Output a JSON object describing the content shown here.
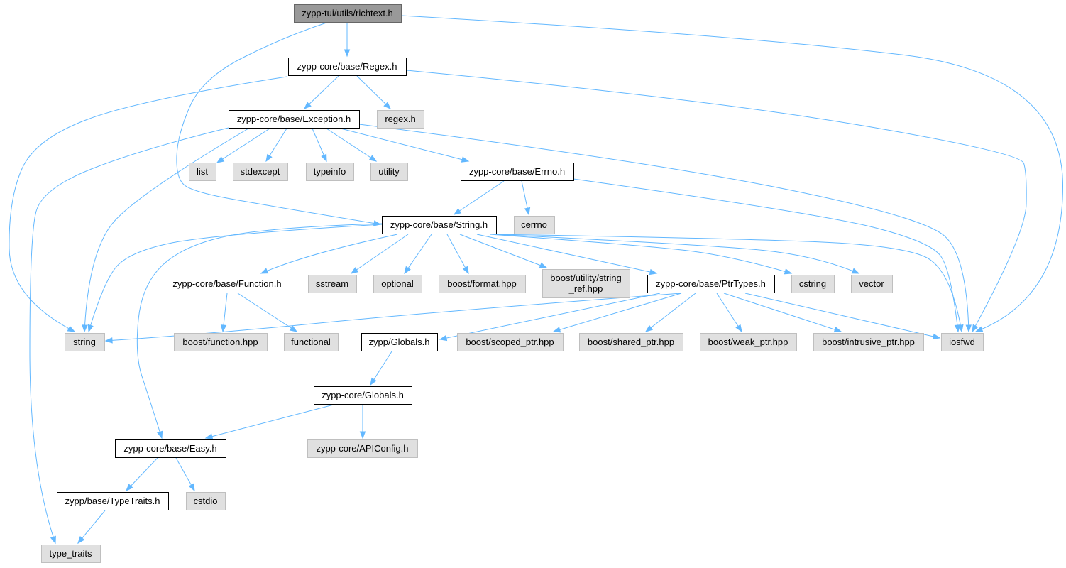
{
  "diagram": {
    "colors": {
      "edge": "#63b8ff",
      "root_fill": "#999999",
      "local_fill": "#ffffff",
      "system_fill": "#e0e0e0",
      "root_border": "#666666",
      "local_border": "#000000",
      "system_border": "#bfbfbf"
    },
    "nodes": [
      {
        "id": "richtext",
        "kind": "root",
        "lines": [
          "zypp-tui/utils/richtext.h"
        ]
      },
      {
        "id": "regex",
        "kind": "local",
        "lines": [
          "zypp-core/base/Regex.h"
        ]
      },
      {
        "id": "exception",
        "kind": "local",
        "lines": [
          "zypp-core/base/Exception.h"
        ]
      },
      {
        "id": "regex_sys",
        "kind": "system",
        "lines": [
          "regex.h"
        ]
      },
      {
        "id": "list",
        "kind": "system",
        "lines": [
          "list"
        ]
      },
      {
        "id": "stdexcept",
        "kind": "system",
        "lines": [
          "stdexcept"
        ]
      },
      {
        "id": "typeinfo",
        "kind": "system",
        "lines": [
          "typeinfo"
        ]
      },
      {
        "id": "utility",
        "kind": "system",
        "lines": [
          "utility"
        ]
      },
      {
        "id": "errno",
        "kind": "local",
        "lines": [
          "zypp-core/base/Errno.h"
        ]
      },
      {
        "id": "string_h",
        "kind": "local",
        "lines": [
          "zypp-core/base/String.h"
        ]
      },
      {
        "id": "cerrno",
        "kind": "system",
        "lines": [
          "cerrno"
        ]
      },
      {
        "id": "function",
        "kind": "local",
        "lines": [
          "zypp-core/base/Function.h"
        ]
      },
      {
        "id": "sstream",
        "kind": "system",
        "lines": [
          "sstream"
        ]
      },
      {
        "id": "optional",
        "kind": "system",
        "lines": [
          "optional"
        ]
      },
      {
        "id": "boost_format",
        "kind": "system",
        "lines": [
          "boost/format.hpp"
        ]
      },
      {
        "id": "boost_string_ref",
        "kind": "system",
        "lines": [
          "boost/utility/string",
          "_ref.hpp"
        ]
      },
      {
        "id": "ptrtypes",
        "kind": "local",
        "lines": [
          "zypp-core/base/PtrTypes.h"
        ]
      },
      {
        "id": "cstring",
        "kind": "system",
        "lines": [
          "cstring"
        ]
      },
      {
        "id": "vector",
        "kind": "system",
        "lines": [
          "vector"
        ]
      },
      {
        "id": "string",
        "kind": "system",
        "lines": [
          "string"
        ]
      },
      {
        "id": "boost_function",
        "kind": "system",
        "lines": [
          "boost/function.hpp"
        ]
      },
      {
        "id": "functional",
        "kind": "system",
        "lines": [
          "functional"
        ]
      },
      {
        "id": "zypp_globals",
        "kind": "local",
        "lines": [
          "zypp/Globals.h"
        ]
      },
      {
        "id": "boost_scoped",
        "kind": "system",
        "lines": [
          "boost/scoped_ptr.hpp"
        ]
      },
      {
        "id": "boost_shared",
        "kind": "system",
        "lines": [
          "boost/shared_ptr.hpp"
        ]
      },
      {
        "id": "boost_weak",
        "kind": "system",
        "lines": [
          "boost/weak_ptr.hpp"
        ]
      },
      {
        "id": "boost_intrusive",
        "kind": "system",
        "lines": [
          "boost/intrusive_ptr.hpp"
        ]
      },
      {
        "id": "iosfwd",
        "kind": "system",
        "lines": [
          "iosfwd"
        ]
      },
      {
        "id": "core_globals",
        "kind": "local",
        "lines": [
          "zypp-core/Globals.h"
        ]
      },
      {
        "id": "easy",
        "kind": "local",
        "lines": [
          "zypp-core/base/Easy.h"
        ]
      },
      {
        "id": "apiconfig",
        "kind": "system",
        "lines": [
          "zypp-core/APIConfig.h"
        ]
      },
      {
        "id": "typetraits_h",
        "kind": "local",
        "lines": [
          "zypp/base/TypeTraits.h"
        ]
      },
      {
        "id": "cstdio",
        "kind": "system",
        "lines": [
          "cstdio"
        ]
      },
      {
        "id": "type_traits",
        "kind": "system",
        "lines": [
          "type_traits"
        ]
      }
    ],
    "edges": [
      {
        "from": "richtext",
        "to": "regex"
      },
      {
        "from": "richtext",
        "to": "string_h"
      },
      {
        "from": "richtext",
        "to": "iosfwd"
      },
      {
        "from": "regex",
        "to": "exception"
      },
      {
        "from": "regex",
        "to": "regex_sys"
      },
      {
        "from": "regex",
        "to": "string"
      },
      {
        "from": "regex",
        "to": "iosfwd"
      },
      {
        "from": "exception",
        "to": "list"
      },
      {
        "from": "exception",
        "to": "stdexcept"
      },
      {
        "from": "exception",
        "to": "typeinfo"
      },
      {
        "from": "exception",
        "to": "utility"
      },
      {
        "from": "exception",
        "to": "errno"
      },
      {
        "from": "exception",
        "to": "string"
      },
      {
        "from": "exception",
        "to": "type_traits"
      },
      {
        "from": "exception",
        "to": "iosfwd"
      },
      {
        "from": "errno",
        "to": "string_h"
      },
      {
        "from": "errno",
        "to": "cerrno"
      },
      {
        "from": "errno",
        "to": "iosfwd"
      },
      {
        "from": "string_h",
        "to": "function"
      },
      {
        "from": "string_h",
        "to": "sstream"
      },
      {
        "from": "string_h",
        "to": "optional"
      },
      {
        "from": "string_h",
        "to": "boost_format"
      },
      {
        "from": "string_h",
        "to": "boost_string_ref"
      },
      {
        "from": "string_h",
        "to": "ptrtypes"
      },
      {
        "from": "string_h",
        "to": "cstring"
      },
      {
        "from": "string_h",
        "to": "vector"
      },
      {
        "from": "string_h",
        "to": "string"
      },
      {
        "from": "string_h",
        "to": "easy"
      },
      {
        "from": "string_h",
        "to": "iosfwd"
      },
      {
        "from": "function",
        "to": "boost_function"
      },
      {
        "from": "function",
        "to": "functional"
      },
      {
        "from": "ptrtypes",
        "to": "string"
      },
      {
        "from": "ptrtypes",
        "to": "zypp_globals"
      },
      {
        "from": "ptrtypes",
        "to": "boost_scoped"
      },
      {
        "from": "ptrtypes",
        "to": "boost_shared"
      },
      {
        "from": "ptrtypes",
        "to": "boost_weak"
      },
      {
        "from": "ptrtypes",
        "to": "boost_intrusive"
      },
      {
        "from": "ptrtypes",
        "to": "iosfwd"
      },
      {
        "from": "zypp_globals",
        "to": "core_globals"
      },
      {
        "from": "core_globals",
        "to": "easy"
      },
      {
        "from": "core_globals",
        "to": "apiconfig"
      },
      {
        "from": "easy",
        "to": "typetraits_h"
      },
      {
        "from": "easy",
        "to": "cstdio"
      },
      {
        "from": "typetraits_h",
        "to": "type_traits"
      }
    ]
  }
}
